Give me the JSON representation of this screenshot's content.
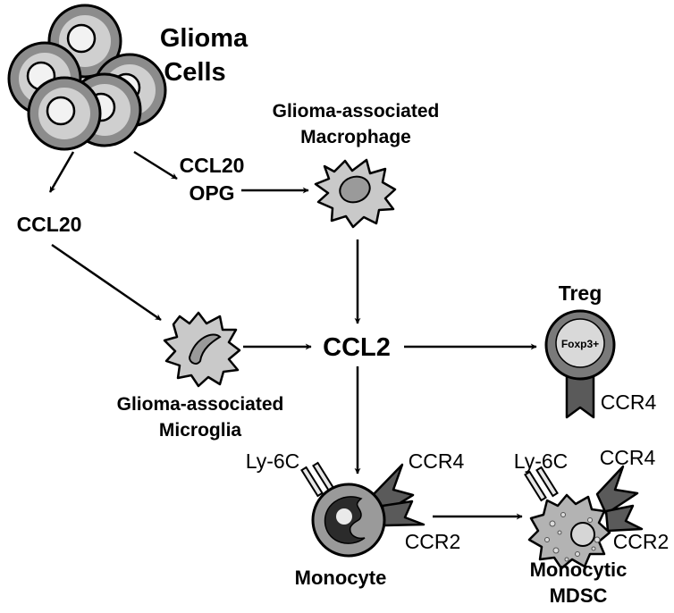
{
  "labels": {
    "glioma_line1": "Glioma",
    "glioma_line2": "Cells",
    "macrophage_line1": "Glioma-associated",
    "macrophage_line2": "Macrophage",
    "ccl20_opg_line1": "CCL20",
    "ccl20_opg_line2": "OPG",
    "ccl20_left": "CCL20",
    "ccl2": "CCL2",
    "treg": "Treg",
    "foxp3": "Foxp3+",
    "treg_ccr4": "CCR4",
    "microglia_line1": "Glioma-associated",
    "microglia_line2": "Microglia",
    "mono_ly6c": "Ly-6C",
    "mono_ccr4": "CCR4",
    "mono_ccr2": "CCR2",
    "monocyte": "Monocyte",
    "mdsc_ly6c": "Ly-6C",
    "mdsc_ccr4": "CCR4",
    "mdsc_ccr2": "CCR2",
    "mdsc_line1": "Monocytic",
    "mdsc_line2": "MDSC"
  },
  "colors": {
    "cell_outer": "#8c8c8c",
    "cell_inner": "#cfcfcf",
    "cell_nucleus": "#f2f2f2",
    "macrophage_body": "#c9c9c9",
    "macrophage_nucleus": "#9a9a9a",
    "treg_outer": "#7a7a7a",
    "treg_inner": "#d9d9d9",
    "receptor": "#5a5a5a",
    "monocyte_body": "#9a9a9a",
    "monocyte_nucleus": "#2b2b2b",
    "mdsc_body": "#b3b3b3"
  }
}
